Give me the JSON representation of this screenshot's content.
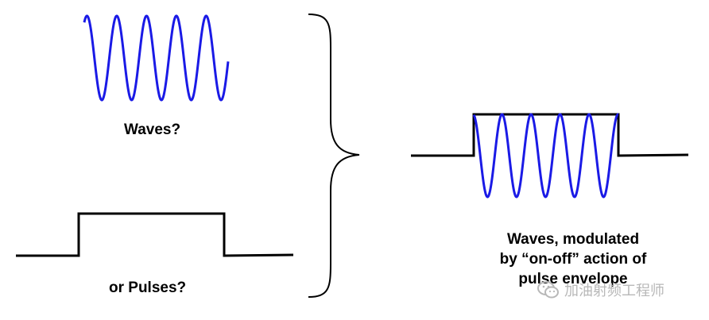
{
  "diagram": {
    "waves_label": "Waves?",
    "pulses_label": "or Pulses?",
    "modulated_label": [
      "Waves, modulated",
      "by “on-off” action of",
      "pulse envelope"
    ],
    "watermark_text": "加油射频工程师",
    "colors": {
      "wave": "#1a1ae6",
      "pulse": "#000000",
      "brace": "#000000",
      "text": "#000000",
      "watermark": "#b8b8b8"
    },
    "icons": [
      "wechat-icon"
    ]
  }
}
